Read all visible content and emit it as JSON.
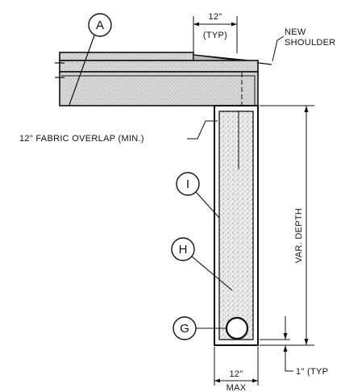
{
  "callouts": {
    "a": "A",
    "i": "I",
    "h": "H",
    "g": "G"
  },
  "labels": {
    "top_dim": "12\"",
    "top_dim_note": "(TYP)",
    "new_shoulder_line1": "NEW",
    "new_shoulder_line2": "SHOULDER",
    "fabric_overlap": "12\" FABRIC OVERLAP (MIN.)",
    "var_depth": "VAR. DEPTH",
    "bottom_dim": "12\"",
    "bottom_dim_note": "MAX",
    "bottom_right_dim": "1\" (TYP"
  },
  "colors": {
    "ink": "#111111",
    "pavement_fill": "#d9d9d9",
    "trench_fill": "#e6e6e6",
    "paper": "#ffffff"
  }
}
